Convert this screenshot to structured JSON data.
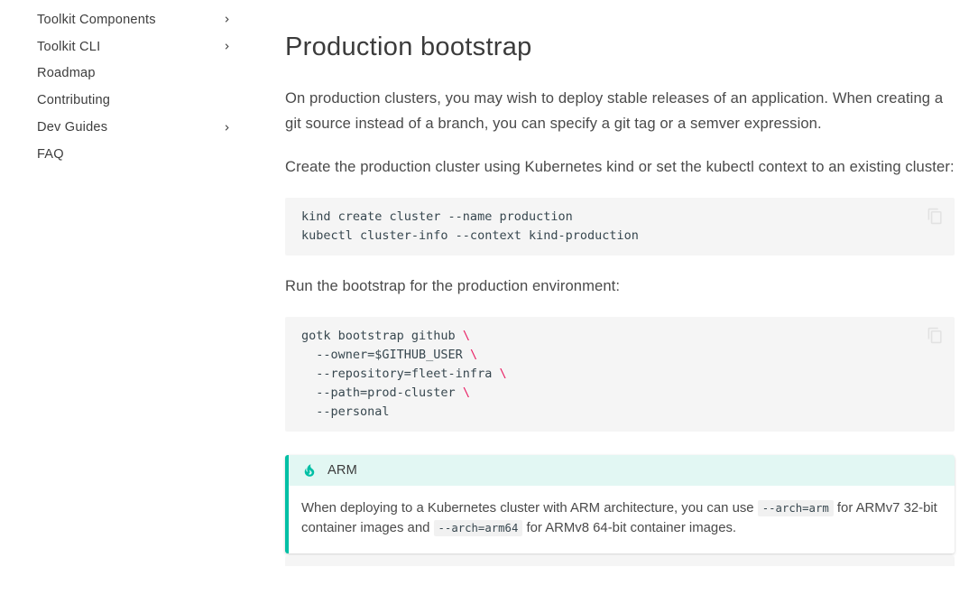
{
  "sidebar": {
    "items": [
      {
        "label": "Toolkit Components",
        "icon": "chevron-right-icon"
      },
      {
        "label": "Toolkit CLI",
        "icon": "chevron-right-icon"
      },
      {
        "label": "Roadmap",
        "icon": null
      },
      {
        "label": "Contributing",
        "icon": null
      },
      {
        "label": "Dev Guides",
        "icon": "chevron-right-icon"
      },
      {
        "label": "FAQ",
        "icon": null
      }
    ]
  },
  "content": {
    "title": "Production bootstrap",
    "paragraph1": "On production clusters, you may wish to deploy stable releases of an application. When creating a git source instead of a branch, you can specify a git tag or a semver expression.",
    "paragraph2": "Create the production cluster using Kubernetes kind or set the kubectl context to an existing cluster:",
    "paragraph3": "Run the bootstrap for the production environment:",
    "code_block_1": {
      "copy_icon": "copy-icon",
      "lines": [
        "kind create cluster --name production",
        "kubectl cluster-info --context kind-production"
      ]
    },
    "code_block_2": {
      "copy_icon": "copy-icon",
      "lines": [
        {
          "parts": [
            {
              "text": "gotk bootstrap github "
            },
            {
              "text": "\\",
              "tok": "escape"
            }
          ]
        },
        {
          "parts": [
            {
              "text": "  --owner=$GITHUB_USER "
            },
            {
              "text": "\\",
              "tok": "escape"
            }
          ]
        },
        {
          "parts": [
            {
              "text": "  --repository=fleet-infra "
            },
            {
              "text": "\\",
              "tok": "escape"
            }
          ]
        },
        {
          "parts": [
            {
              "text": "  --path=prod-cluster "
            },
            {
              "text": "\\",
              "tok": "escape"
            }
          ]
        },
        {
          "parts": [
            {
              "text": "  --personal"
            }
          ]
        }
      ]
    },
    "admonition": {
      "icon": "flame-icon",
      "title": "ARM",
      "body": {
        "text_before": "When deploying to a Kubernetes cluster with ARM architecture, you can use ",
        "code1": "--arch=arm",
        "text_middle": " for ARMv7 32-bit container images and ",
        "code2": "--arch=arm64",
        "text_after": " for ARMv8 64-bit container images."
      }
    }
  },
  "colors": {
    "accent_teal": "#00bfa5",
    "admonition_header_bg": "#e2f7f3",
    "code_bg": "#f5f5f5",
    "code_text": "#37474f",
    "escape_token": "#e91e63",
    "copy_icon_gray": "#e2e2e2"
  }
}
